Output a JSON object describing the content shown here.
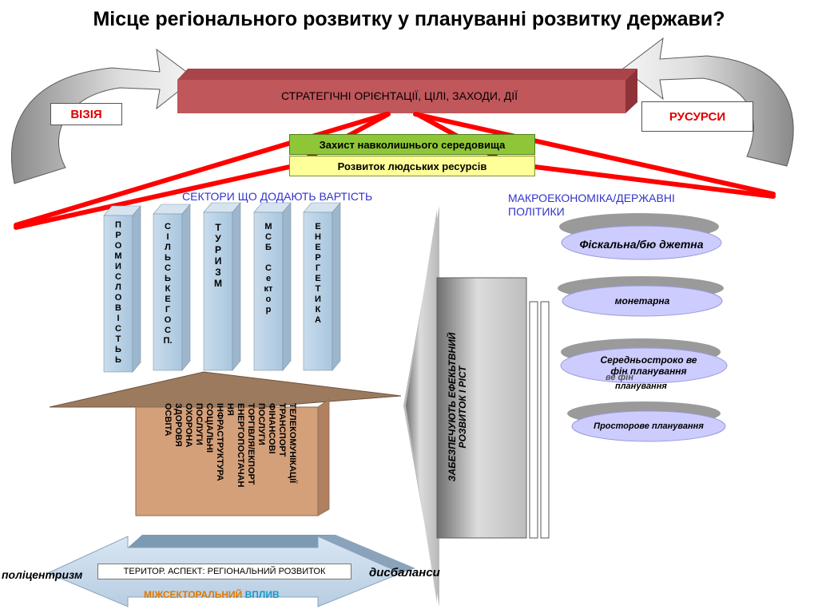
{
  "title": "Місце регіонального розвитку у плануванні розвитку держави?",
  "strategic_box": "СТРАТЕГІЧНІ ОРІЄНТАЦІЇ, ЦІЛІ, ЗАХОДИ, ДІЇ",
  "vision_label": "ВІЗІЯ",
  "resources_label": "РУСУРСИ",
  "environment_box": "Захист навколишнього середовища",
  "human_resources_box": "Розвиток людських ресурсів",
  "sectors_title": "СЕКТОРИ ЩО ДОДАЮТЬ ВАРТІСТЬ",
  "macro_title": "МАКРОЕКОНОМІКА/ДЕРЖАВНІ ПОЛІТИКИ",
  "sector_columns": [
    "П\nР\nО\nМ\nИ\nС\nЛ\nО\nВ\nІ\nС\nТ\nЬ\nЬ",
    "С\nІ\nЛ\nЬ\nС\nЬ\nК\nЕ\nГ\nО\nС\nП.",
    "Т\nУ\nР\nИ\nЗ\nМ",
    "М\nС\nБ\n\nС\nе\nкт\nо\nр",
    "Е\nН\nЕ\nР\nГ\nЕ\nТ\nИ\nК\nА"
  ],
  "infrastructure_items": [
    "ТЕЛЕКОМУНІКАЦІЇ",
    "ТРАНСПОРТ",
    "ФІНАНСОВІ",
    "ПОСЛУГИ",
    "ТОРГІВЛЯ/ЕКПОРТ",
    "ЕНЕРГОПОСТАЧАН",
    "НЯ",
    "ІНФРАСТРУКТУРА",
    "СОЦІАЛЬНІ",
    "ПОСЛУГИ",
    "ОХОРОНА",
    "ЗДОРОВЯ",
    "ОСВІТА"
  ],
  "big_arrow_text": "ЗАБЕЗПЕЧУЮТЬ ЕФЕКЬТВНИЙ\nРОЗВИТОК І РІСТ",
  "policies": {
    "fiscal": "Фіскальна/бю джетна",
    "monetary": "монетарна",
    "medium_term": "Середньостроко ве фін планування",
    "medium_term_ghost": "ве фін",
    "medium_term_sub": "планування",
    "spatial": "Просторове планування"
  },
  "territorial_label": "ТЕРИТОР. АСПЕКТ: РЕГІОНАЛЬНИЙ РОЗВИТОК",
  "polycentrism": "поліцентризм",
  "imbalances": "дисбаланси",
  "intersectoral": {
    "part1": "МІЖСЕКТОРАЛЬНИЙ",
    "part2": "ВПЛИВ"
  },
  "colors": {
    "strategic_fill": "#c0575b",
    "red_line": "#ff0000",
    "green_box": "#8fc637",
    "yellow_box": "#ffff99",
    "column_fill": "#b9d4e8",
    "house_fill": "#d4a07a",
    "ellipse_fill": "#ccccff",
    "accent_blue": "#3333cc",
    "orange_text": "#e07a00",
    "teal_text": "#1a9ac8"
  }
}
